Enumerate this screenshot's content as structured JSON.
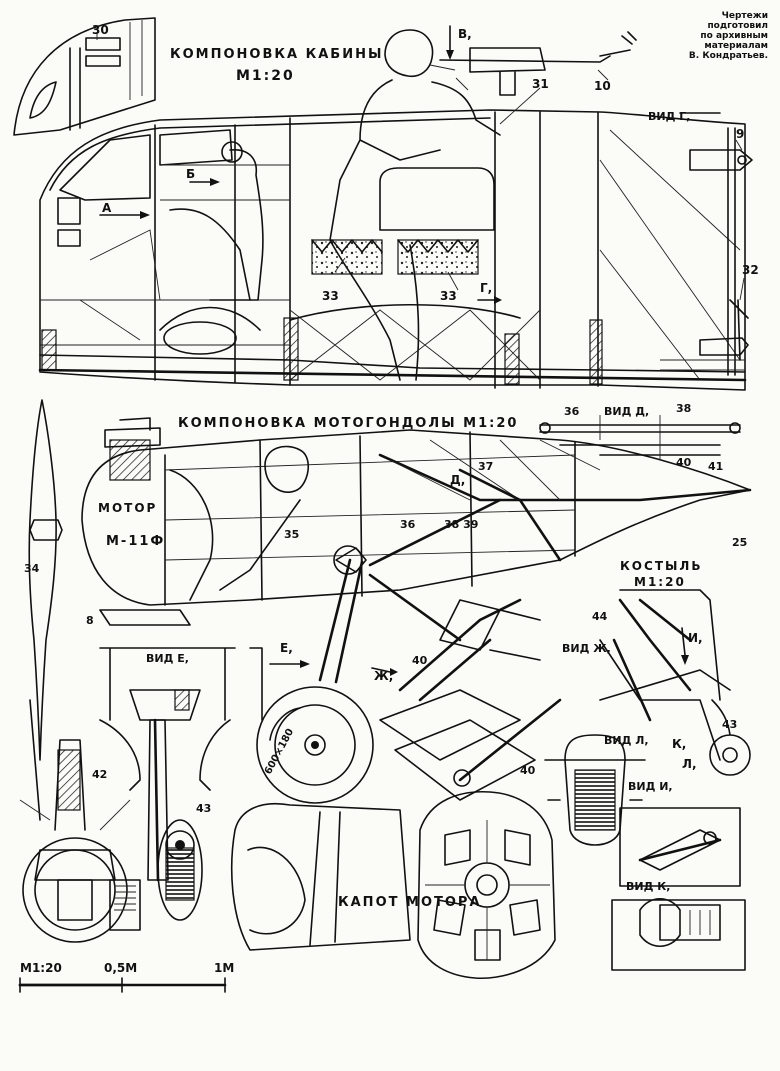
{
  "credits": [
    "Чертежи",
    "подготовил",
    "по архивным",
    "материалам",
    "В. Кондратьев."
  ],
  "titles": {
    "cabin": "КОМПОНОВКА КАБИНЫ",
    "cabin_scale": "M1:20",
    "nacelle": "КОМПОНОВКА МОТОГОНДОЛЫ M1:20",
    "motor": "МОТОР",
    "motor_model": "М-11Ф",
    "tailskid": "КОСТЫЛЬ",
    "tailskid_scale": "M1:20",
    "cowling": "КАПОТ МОТОРА"
  },
  "views": {
    "g": "ВИД Г,",
    "d": "ВИД Д,",
    "e": "ВИД Е,",
    "zh": "ВИД Ж,",
    "l": "ВИД Л,",
    "i": "ВИД И,",
    "k": "ВИД К,"
  },
  "markers": {
    "a": "А",
    "b": "Б",
    "v": "В,",
    "g": "Г,",
    "d": "Д,",
    "e": "Е,",
    "zh": "Ж,",
    "i": "И,",
    "k": "К,",
    "l": "Л,"
  },
  "callouts": {
    "n30": "30",
    "n10": "10",
    "n31": "31",
    "n9": "9",
    "n32": "32",
    "n33a": "33",
    "n33b": "33",
    "n36a": "36",
    "n36b": "36",
    "n38a": "38",
    "n38b": "38 39",
    "n37": "37",
    "n40a": "40",
    "n40b": "40",
    "n40c": "40",
    "n41": "41",
    "n25": "25",
    "n35": "35",
    "n34": "34",
    "n8": "8",
    "n44": "44",
    "n43a": "43",
    "n43b": "43",
    "n42": "42"
  },
  "tire_text": "600×180",
  "scale_bar": {
    "ratio": "M1:20",
    "mid": "0,5М",
    "end": "1М"
  }
}
